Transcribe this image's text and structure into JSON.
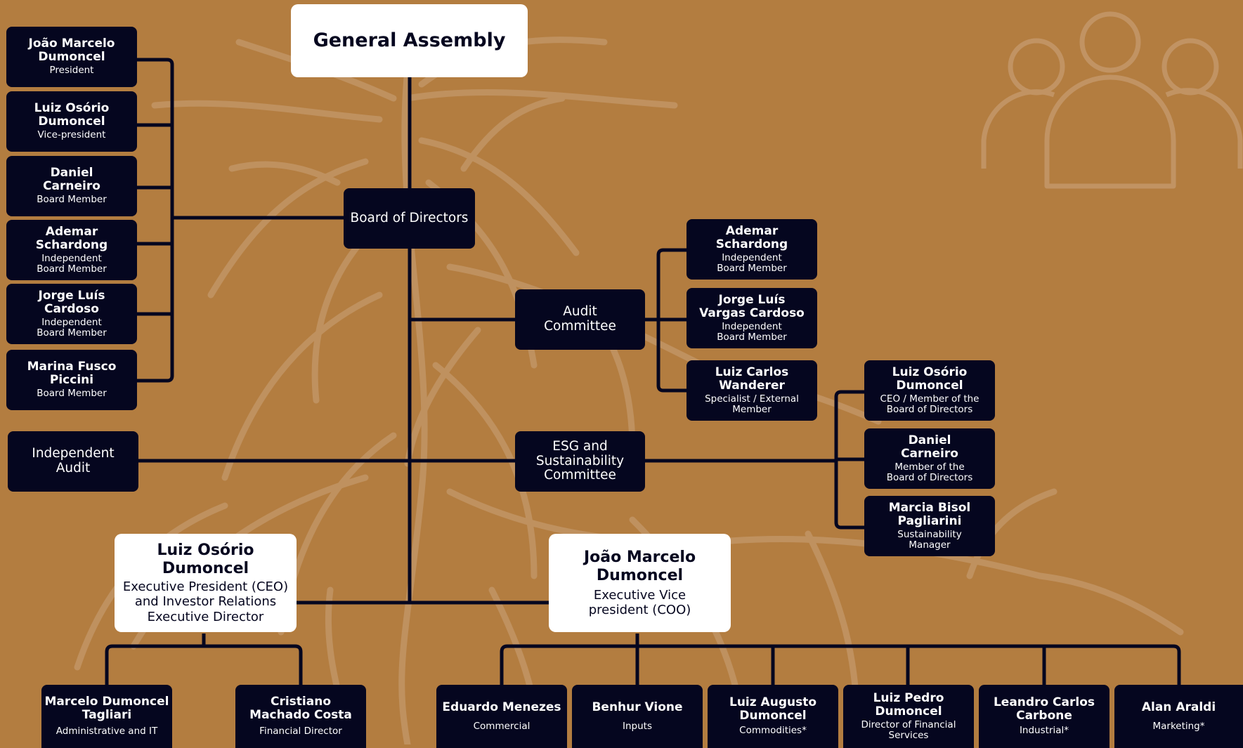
{
  "colors": {
    "background": "#b37d40",
    "box": "#05061f",
    "line": "#05061f",
    "white_box": "#ffffff",
    "decoration": "#c4986a"
  },
  "decoration": {
    "icon": "people-group-icon"
  },
  "general_assembly": {
    "name": "General Assembly"
  },
  "board_of_directors": {
    "name": "Board of Directors"
  },
  "board_members": [
    {
      "name": "João Marcelo Dumoncel",
      "role": "President"
    },
    {
      "name": "Luiz Osório Dumoncel",
      "role": "Vice-president"
    },
    {
      "name": "Daniel Carneiro",
      "role": "Board Member"
    },
    {
      "name": "Ademar Schardong",
      "role": "Independent Board Member"
    },
    {
      "name": "Jorge Luís Cardoso",
      "role": "Independent Board Member"
    },
    {
      "name": "Marina Fusco Piccini",
      "role": "Board Member"
    }
  ],
  "independent_audit": {
    "name": "Independent Audit"
  },
  "audit_committee": {
    "name": "Audit Committee",
    "members": [
      {
        "name": "Ademar Schardong",
        "role": "Independent Board Member"
      },
      {
        "name": "Jorge Luís Vargas Cardoso",
        "role": "Independent Board Member"
      },
      {
        "name": "Luiz Carlos Wanderer",
        "role": "Specialist / External Member"
      }
    ]
  },
  "esg_committee": {
    "name": "ESG and Sustainability Committee",
    "members": [
      {
        "name": "Luiz Osório Dumoncel",
        "role": "CEO / Member of the Board of Directors"
      },
      {
        "name": "Daniel Carneiro",
        "role": "Member of the Board of Directors"
      },
      {
        "name": "Marcia Bisol Pagliarini",
        "role": "Sustainability Manager"
      }
    ]
  },
  "ceo": {
    "name": "Luiz Osório Dumoncel",
    "role": "Executive President (CEO) and Investor Relations Executive Director",
    "reports": [
      {
        "name": "Marcelo Dumoncel Tagliari",
        "role": "Administrative and IT"
      },
      {
        "name": "Cristiano Machado Costa",
        "role": "Financial Director"
      }
    ]
  },
  "coo": {
    "name": "João Marcelo Dumoncel",
    "role": "Executive Vice president (COO)",
    "reports": [
      {
        "name": "Eduardo Menezes",
        "role": "Commercial"
      },
      {
        "name": "Benhur Vione",
        "role": "Inputs"
      },
      {
        "name": "Luiz Augusto Dumoncel",
        "role": "Commodities*"
      },
      {
        "name": "Luiz Pedro Dumoncel",
        "role": "Director of Financial Services"
      },
      {
        "name": "Leandro Carlos Carbone",
        "role": "Industrial*"
      },
      {
        "name": "Alan Araldi",
        "role": "Marketing*"
      }
    ]
  }
}
